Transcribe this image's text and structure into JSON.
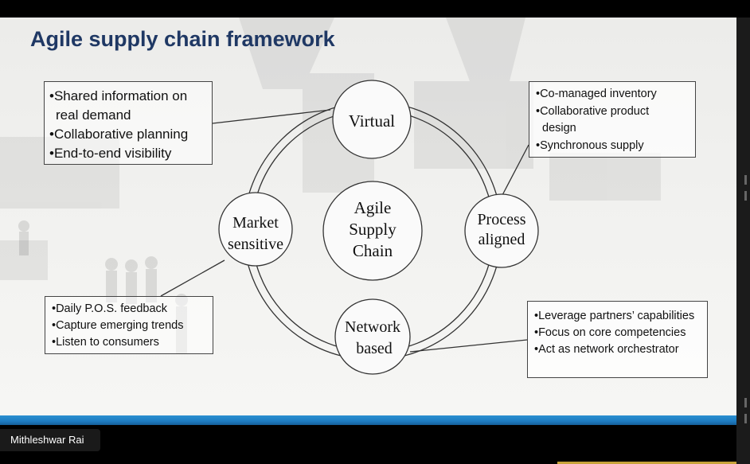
{
  "slide": {
    "title": "Agile supply chain framework"
  },
  "center": {
    "line1": "Agile",
    "line2": "Supply",
    "line3": "Chain"
  },
  "nodes": {
    "virtual": {
      "line1": "Virtual"
    },
    "process": {
      "line1": "Process",
      "line2": "aligned"
    },
    "network": {
      "line1": "Network",
      "line2": "based"
    },
    "market": {
      "line1": "Market",
      "line2": "sensitive"
    }
  },
  "boxes": {
    "top_left": [
      "•Shared information on",
      "real demand",
      "•Collaborative planning",
      "•End-to-end visibility"
    ],
    "top_right": [
      "•Co-managed inventory",
      "•Collaborative product",
      "design",
      "•Synchronous supply"
    ],
    "bottom_left": [
      "•Daily P.O.S. feedback",
      "•Capture emerging trends",
      "•Listen to consumers"
    ],
    "bottom_right": [
      "•Leverage partners’ capabilities",
      "•Focus on core competencies",
      "•Act as network orchestrator"
    ]
  },
  "participant": {
    "name": "Mithleshwar Rai"
  },
  "colors": {
    "title": "#1f3864",
    "accent_bar": "#1e7cc2",
    "background": "#000000"
  }
}
